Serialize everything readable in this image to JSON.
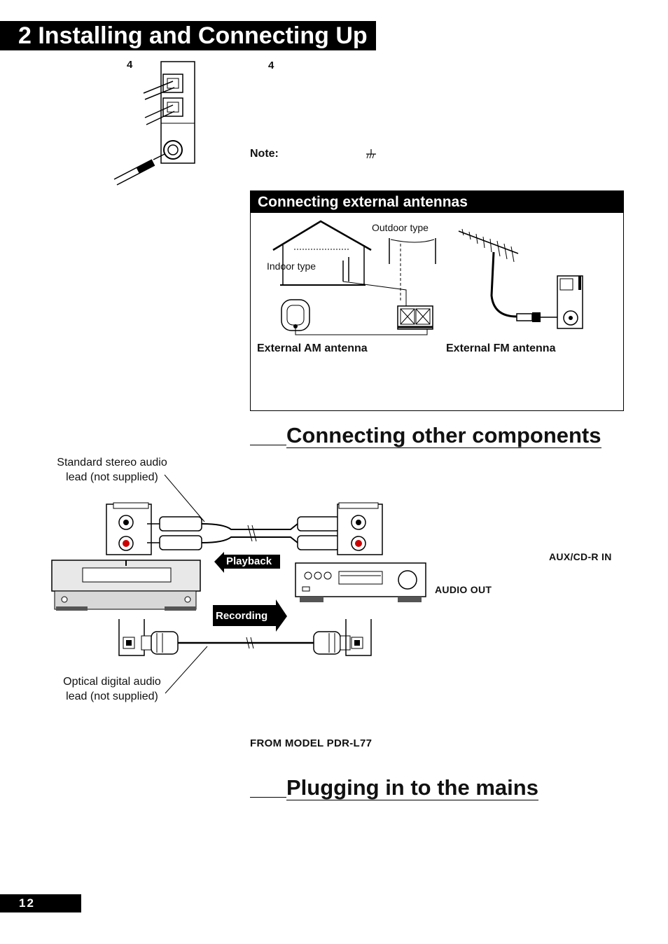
{
  "header": {
    "chapter_title": "2  Installing and Connecting Up"
  },
  "steps": {
    "left_number": "4",
    "right_number": "4"
  },
  "note_label": "Note:",
  "antennas": {
    "title": "Connecting external antennas",
    "outdoor_label": "Outdoor type",
    "indoor_label": "Indoor type",
    "am_label": "External AM antenna",
    "fm_label": "External FM antenna"
  },
  "components": {
    "heading": "Connecting other components",
    "stereo_lead": [
      "Standard stereo audio",
      "lead (not supplied)"
    ],
    "optical_lead": [
      "Optical digital audio",
      "lead (not supplied)"
    ],
    "playback_label": "Playback",
    "recording_label": "Recording",
    "aux_label": "AUX/CD-R IN",
    "audio_out_label": "AUDIO OUT",
    "from_model": "FROM MODEL PDR-L77"
  },
  "mains": {
    "heading": "Plugging in to the mains"
  },
  "footer": {
    "page_number": "12"
  }
}
